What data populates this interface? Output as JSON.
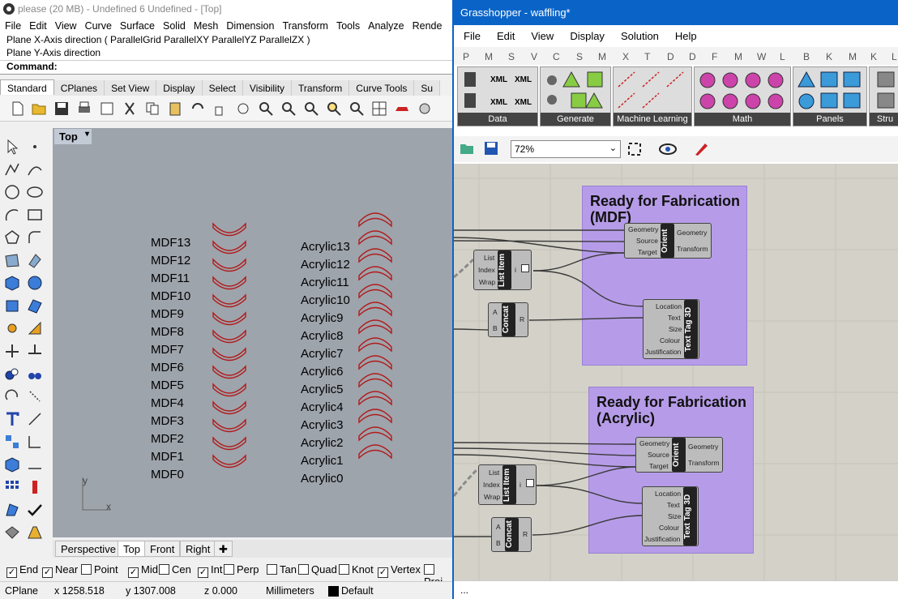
{
  "rhino": {
    "title": "please (20 MB) - Undefined 6 Undefined - [Top]",
    "menu": [
      "File",
      "Edit",
      "View",
      "Curve",
      "Surface",
      "Solid",
      "Mesh",
      "Dimension",
      "Transform",
      "Tools",
      "Analyze",
      "Rende"
    ],
    "cmd_line1": "Plane X-Axis direction ( ParallelGrid  ParallelXY  ParallelYZ  ParallelZX )",
    "cmd_line2": "Plane Y-Axis direction",
    "cmd_prompt": "Command:",
    "tabs": [
      "Standard",
      "CPlanes",
      "Set View",
      "Display",
      "Select",
      "Visibility",
      "Transform",
      "Curve Tools",
      "Su"
    ],
    "viewport_title": "Top",
    "mdf_labels": [
      "MDF13",
      "MDF12",
      "MDF11",
      "MDF10",
      "MDF9",
      "MDF8",
      "MDF7",
      "MDF6",
      "MDF5",
      "MDF4",
      "MDF3",
      "MDF2",
      "MDF1",
      "MDF0"
    ],
    "acrylic_labels": [
      "Acrylic13",
      "Acrylic12",
      "Acrylic11",
      "Acrylic10",
      "Acrylic9",
      "Acrylic8",
      "Acrylic7",
      "Acrylic6",
      "Acrylic5",
      "Acrylic4",
      "Acrylic3",
      "Acrylic2",
      "Acrylic1",
      "Acrylic0"
    ],
    "axis_y": "y",
    "axis_x": "x",
    "view_tabs": [
      "Perspective",
      "Top",
      "Front",
      "Right"
    ],
    "osnaps": [
      {
        "label": "End",
        "checked": true
      },
      {
        "label": "Near",
        "checked": true
      },
      {
        "label": "Point",
        "checked": false
      },
      {
        "label": "Mid",
        "checked": true
      },
      {
        "label": "Cen",
        "checked": false
      },
      {
        "label": "Int",
        "checked": true
      },
      {
        "label": "Perp",
        "checked": false
      },
      {
        "label": "Tan",
        "checked": false
      },
      {
        "label": "Quad",
        "checked": false
      },
      {
        "label": "Knot",
        "checked": false
      },
      {
        "label": "Vertex",
        "checked": true
      },
      {
        "label": "Proj",
        "checked": false
      }
    ],
    "status": {
      "cplane": "CPlane",
      "x": "x 1258.518",
      "y": "y 1307.008",
      "z": "z 0.000",
      "units": "Millimeters",
      "layer": "Default"
    },
    "curve_color": "#b01c1c"
  },
  "gh": {
    "title": "Grasshopper - waffling*",
    "menu": [
      "File",
      "Edit",
      "View",
      "Display",
      "Solution",
      "Help"
    ],
    "categories": [
      "P",
      "M",
      "S",
      "V",
      "C",
      "S",
      "M",
      "X",
      "T",
      "D",
      "D",
      "F",
      "M",
      "W",
      "L",
      "B",
      "K",
      "M",
      "K",
      "L"
    ],
    "groups": [
      "Data",
      "Generate",
      "Machine Learning",
      "Math",
      "Panels",
      "Stru"
    ],
    "zoom": "72%",
    "group1_title": "Ready for Fabrication (MDF)",
    "group2_title": "Ready for Fabrication (Acrylic)",
    "orient": {
      "name": "Orient",
      "inputs": [
        "Geometry",
        "Source",
        "Target"
      ],
      "outputs": [
        "Geometry",
        "Transform"
      ]
    },
    "listitem": {
      "name": "List Item",
      "inputs": [
        "List",
        "Index",
        "Wrap"
      ],
      "output": "i"
    },
    "concat": {
      "name": "Concat",
      "inputs": [
        "A",
        "B"
      ],
      "output": "R"
    },
    "texttag": {
      "name": "Text Tag 3D",
      "inputs": [
        "Location",
        "Text",
        "Size",
        "Colour",
        "Justification"
      ]
    },
    "status": "...",
    "group_color": "#b69ce8"
  }
}
